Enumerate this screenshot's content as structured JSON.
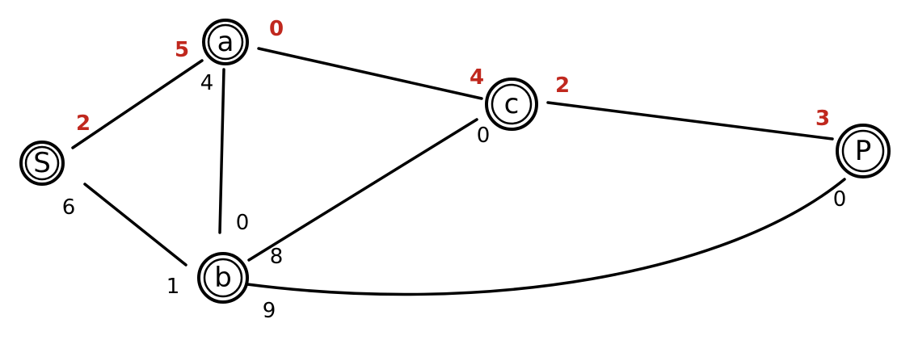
{
  "colors": {
    "ink": "#000000",
    "annotation_red": "#c0281e",
    "background": "#ffffff"
  },
  "graph": {
    "nodes": [
      {
        "id": "S",
        "label": "S"
      },
      {
        "id": "a",
        "label": "a"
      },
      {
        "id": "b",
        "label": "b"
      },
      {
        "id": "c",
        "label": "c"
      },
      {
        "id": "P",
        "label": "P"
      }
    ],
    "edges": [
      {
        "from": "S",
        "to": "a"
      },
      {
        "from": "S",
        "to": "b"
      },
      {
        "from": "a",
        "to": "b"
      },
      {
        "from": "a",
        "to": "c"
      },
      {
        "from": "b",
        "to": "c"
      },
      {
        "from": "c",
        "to": "P"
      },
      {
        "from": "b",
        "to": "P"
      }
    ],
    "red_labels": {
      "S_top": "2",
      "a_left": "5",
      "a_right": "0",
      "c_left": "4",
      "c_right": "2",
      "P_top": "3"
    },
    "black_labels": {
      "S_bottom": "6",
      "a_bottom": "4",
      "b_top": "0",
      "b_left": "1",
      "b_right": "8",
      "b_bottom": "9",
      "c_bottom": "0",
      "P_bottom": "0"
    }
  }
}
